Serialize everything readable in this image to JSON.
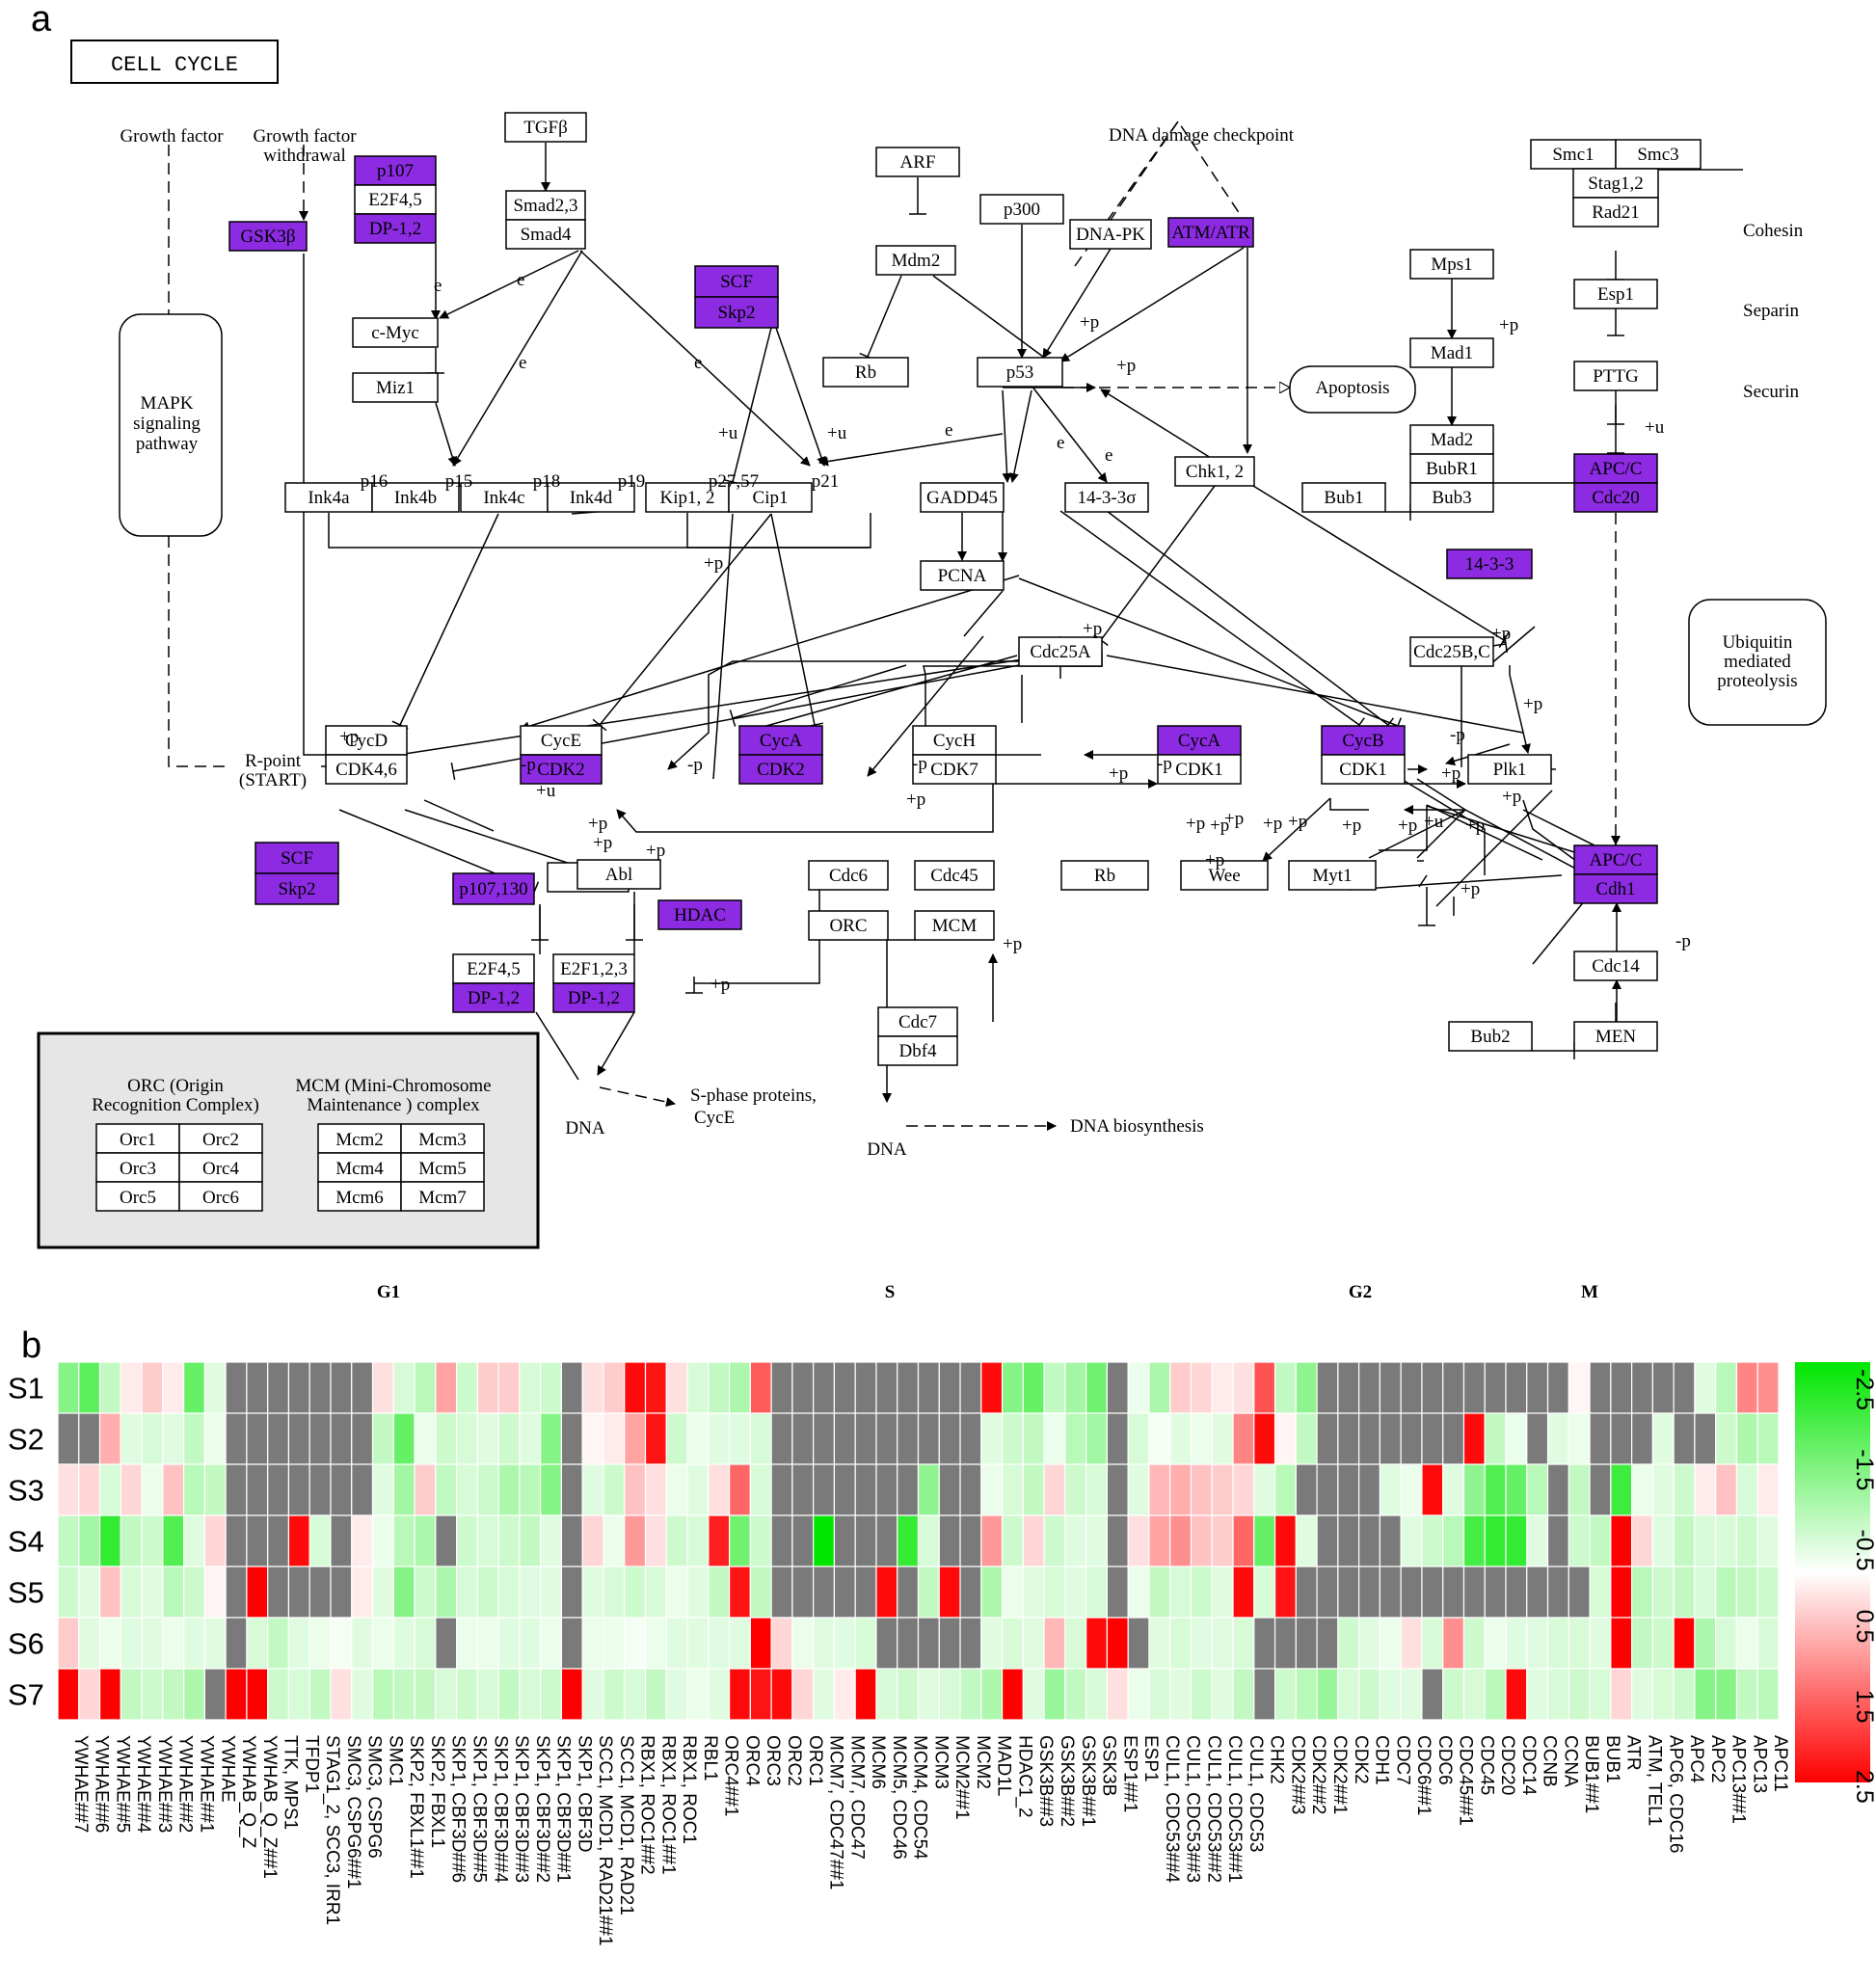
{
  "panel_a": {
    "label": "a",
    "title": "CELL CYCLE",
    "nodes": [
      {
        "text": "GSK3β",
        "hl": true
      },
      {
        "text": "p107",
        "hl": true
      },
      {
        "text": "E2F4,5",
        "hl": false
      },
      {
        "text": "DP-1,2",
        "hl": true
      },
      {
        "text": "TGFβ",
        "hl": false
      },
      {
        "text": "Smad2,3",
        "hl": false
      },
      {
        "text": "Smad4",
        "hl": false
      },
      {
        "text": "c-Myc",
        "hl": false
      },
      {
        "text": "Miz1",
        "hl": false
      },
      {
        "text": "SCF",
        "hl": true
      },
      {
        "text": "Skp2",
        "hl": true
      },
      {
        "text": "ARF",
        "hl": false
      },
      {
        "text": "Mdm2",
        "hl": false
      },
      {
        "text": "Rb",
        "hl": false
      },
      {
        "text": "p300",
        "hl": false
      },
      {
        "text": "DNA-PK",
        "hl": false
      },
      {
        "text": "ATM/ATR",
        "hl": true
      },
      {
        "text": "p53",
        "hl": false
      },
      {
        "text": "Smc1",
        "hl": false
      },
      {
        "text": "Smc3",
        "hl": false
      },
      {
        "text": "Stag1,2",
        "hl": false
      },
      {
        "text": "Rad21",
        "hl": false
      },
      {
        "text": "Esp1",
        "hl": false
      },
      {
        "text": "PTTG",
        "hl": false
      },
      {
        "text": "Mps1",
        "hl": false
      },
      {
        "text": "Mad1",
        "hl": false
      },
      {
        "text": "Mad2",
        "hl": false
      },
      {
        "text": "BubR1",
        "hl": false
      },
      {
        "text": "Bub3",
        "hl": false
      },
      {
        "text": "Bub1",
        "hl": false
      },
      {
        "text": "APC/C",
        "hl": true
      },
      {
        "text": "Cdc20",
        "hl": true
      },
      {
        "text": "Ink4a",
        "hl": false
      },
      {
        "text": "Ink4b",
        "hl": false
      },
      {
        "text": "Ink4c",
        "hl": false
      },
      {
        "text": "Ink4d",
        "hl": false
      },
      {
        "text": "Kip1, 2",
        "hl": false
      },
      {
        "text": "Cip1",
        "hl": false
      },
      {
        "text": "GADD45",
        "hl": false
      },
      {
        "text": "14-3-3σ",
        "hl": false
      },
      {
        "text": "Chk1, 2",
        "hl": false
      },
      {
        "text": "PCNA",
        "hl": false
      },
      {
        "text": "14-3-3",
        "hl": true
      },
      {
        "text": "Cdc25A",
        "hl": false
      },
      {
        "text": "Cdc25B,C",
        "hl": false
      },
      {
        "text": "CycD",
        "hl": false
      },
      {
        "text": "CDK4,6",
        "hl": false
      },
      {
        "text": "CycE",
        "hl": false
      },
      {
        "text": "CDK2",
        "hl": true
      },
      {
        "text": "CycA",
        "hl": true
      },
      {
        "text": "CDK2",
        "hl": true
      },
      {
        "text": "CycH",
        "hl": false
      },
      {
        "text": "CDK7",
        "hl": false
      },
      {
        "text": "CycA",
        "hl": true
      },
      {
        "text": "CDK1",
        "hl": false
      },
      {
        "text": "CycB",
        "hl": true
      },
      {
        "text": "CDK1",
        "hl": false
      },
      {
        "text": "Plk1",
        "hl": false
      },
      {
        "text": "SCF",
        "hl": true
      },
      {
        "text": "Skp2",
        "hl": true
      },
      {
        "text": "p107,130",
        "hl": true
      },
      {
        "text": "Rb",
        "hl": false
      },
      {
        "text": "Abl",
        "hl": false
      },
      {
        "text": "HDAC",
        "hl": true
      },
      {
        "text": "E2F4,5",
        "hl": false
      },
      {
        "text": "DP-1,2",
        "hl": true
      },
      {
        "text": "E2F1,2,3",
        "hl": false
      },
      {
        "text": "DP-1,2",
        "hl": true
      },
      {
        "text": "Cdc6",
        "hl": false
      },
      {
        "text": "Cdc45",
        "hl": false
      },
      {
        "text": "ORC",
        "hl": false
      },
      {
        "text": "MCM",
        "hl": false
      },
      {
        "text": "Cdc7",
        "hl": false
      },
      {
        "text": "Dbf4",
        "hl": false
      },
      {
        "text": "Rb",
        "hl": false
      },
      {
        "text": "Wee",
        "hl": false
      },
      {
        "text": "Myt1",
        "hl": false
      },
      {
        "text": "APC/C",
        "hl": true
      },
      {
        "text": "Cdh1",
        "hl": true
      },
      {
        "text": "Cdc14",
        "hl": false
      },
      {
        "text": "Bub2",
        "hl": false
      },
      {
        "text": "MEN",
        "hl": false
      }
    ],
    "labels": [
      {
        "text": "Growth factor"
      },
      {
        "text": "Growth factor"
      },
      {
        "text": "withdrawal"
      },
      {
        "text": "DNA damage checkpoint"
      },
      {
        "text": "Cohesin"
      },
      {
        "text": "Separin"
      },
      {
        "text": "Securin"
      },
      {
        "text": "Apoptosis"
      },
      {
        "text": "MAPK"
      },
      {
        "text": "signaling"
      },
      {
        "text": "pathway"
      },
      {
        "text": "Ubiquitin"
      },
      {
        "text": "mediated"
      },
      {
        "text": "proteolysis"
      },
      {
        "text": "p16"
      },
      {
        "text": "p15"
      },
      {
        "text": "p18"
      },
      {
        "text": "p19"
      },
      {
        "text": "p27,57"
      },
      {
        "text": "p21"
      },
      {
        "text": "R-point"
      },
      {
        "text": "(START)"
      },
      {
        "text": "S-phase proteins,"
      },
      {
        "text": "CycE"
      },
      {
        "text": "DNA"
      },
      {
        "text": "DNA"
      },
      {
        "text": "DNA biosynthesis"
      },
      {
        "text": "G1"
      },
      {
        "text": "S"
      },
      {
        "text": "G2"
      },
      {
        "text": "M"
      }
    ],
    "marks": [
      {
        "text": "+p"
      },
      {
        "text": "+p"
      },
      {
        "text": "+u"
      },
      {
        "text": "+u"
      },
      {
        "text": "+p"
      },
      {
        "text": "+p"
      },
      {
        "text": "+p"
      },
      {
        "text": "+p"
      },
      {
        "text": "+p"
      },
      {
        "text": "+p"
      },
      {
        "text": "+p"
      },
      {
        "text": "+p"
      },
      {
        "text": "+p"
      },
      {
        "text": "+p"
      },
      {
        "text": "+p"
      },
      {
        "text": "+p"
      },
      {
        "text": "+p"
      },
      {
        "text": "+p"
      },
      {
        "text": "+u"
      },
      {
        "text": "+p"
      },
      {
        "text": "+p"
      },
      {
        "text": "+p"
      },
      {
        "text": "+p"
      },
      {
        "text": "+u"
      },
      {
        "text": "+p"
      },
      {
        "text": "+p"
      },
      {
        "text": "+p"
      },
      {
        "text": "+p"
      },
      {
        "text": "+p"
      },
      {
        "text": "+p"
      },
      {
        "text": "-p"
      },
      {
        "text": "-p"
      },
      {
        "text": "-p"
      },
      {
        "text": "-p"
      },
      {
        "text": "-p"
      },
      {
        "text": "-p"
      },
      {
        "text": "e"
      },
      {
        "text": "e"
      },
      {
        "text": "e"
      },
      {
        "text": "e"
      },
      {
        "text": "e"
      },
      {
        "text": "e"
      },
      {
        "text": "e"
      },
      {
        "text": "+u"
      },
      {
        "text": "+p"
      }
    ],
    "legend_box": {
      "orc_title_1": "ORC (Origin",
      "orc_title_2": "Recognition Complex)",
      "mcm_title_1": "MCM (Mini-Chromosome",
      "mcm_title_2": "Maintenance ) complex",
      "orc": [
        "Orc1",
        "Orc2",
        "Orc3",
        "Orc4",
        "Orc5",
        "Orc6"
      ],
      "mcm": [
        "Mcm2",
        "Mcm3",
        "Mcm4",
        "Mcm5",
        "Mcm6",
        "Mcm7"
      ]
    },
    "colors": {
      "highlight": "#8c2be2",
      "box": "#ffffff",
      "legend_bg": "#e6e6e6"
    }
  },
  "panel_b": {
    "label": "b",
    "rows": [
      "S1",
      "S2",
      "S3",
      "S4",
      "S5",
      "S6",
      "S7"
    ],
    "columns": [
      "YWHAE##7",
      "YWHAE##6",
      "YWHAE##5",
      "YWHAE##4",
      "YWHAE##3",
      "YWHAE##2",
      "YWHAE##1",
      "YWHAE",
      "YWHAB_Q_Z",
      "YWHAB_Q_Z##1",
      "TTK, MPS1",
      "TFDP1",
      "STAG1_2, SCC3, IRR1",
      "SMC3, CSPG6##1",
      "SMC3, CSPG6",
      "SMC1",
      "SKP2, FBXL1##1",
      "SKP2, FBXL1",
      "SKP1, CBF3D##6",
      "SKP1, CBF3D##5",
      "SKP1, CBF3D##4",
      "SKP1, CBF3D##3",
      "SKP1, CBF3D##2",
      "SKP1, CBF3D##1",
      "SKP1, CBF3D",
      "SCC1, MCD1, RAD21##1",
      "SCC1, MCD1, RAD21",
      "RBX1, ROC1##2",
      "RBX1, ROC1##1",
      "RBX1, ROC1",
      "RBL1",
      "ORC4##1",
      "ORC4",
      "ORC3",
      "ORC2",
      "ORC1",
      "MCM7, CDC47##1",
      "MCM7, CDC47",
      "MCM6",
      "MCM5, CDC46",
      "MCM4, CDC54",
      "MCM3",
      "MCM2##1",
      "MCM2",
      "MAD1L",
      "HDAC1_2",
      "GSK3B##3",
      "GSK3B##2",
      "GSK3B##1",
      "GSK3B",
      "ESP1##1",
      "ESP1",
      "CUL1, CDC53##4",
      "CUL1, CDC53##3",
      "CUL1, CDC53##2",
      "CUL1, CDC53##1",
      "CUL1, CDC53",
      "CHK2",
      "CDK2##3",
      "CDK2##2",
      "CDK2##1",
      "CDK2",
      "CDH1",
      "CDC7",
      "CDC6##1",
      "CDC6",
      "CDC45##1",
      "CDC45",
      "CDC20",
      "CDC14",
      "CCNB",
      "CCNA",
      "BUB1##1",
      "BUB1",
      "ATR",
      "ATM, TEL1",
      "APC6, CDC16",
      "APC4",
      "APC2",
      "APC13##1",
      "APC13",
      "APC11"
    ],
    "colorbar": {
      "ticks": [
        "-2.5",
        "-1.5",
        "-0.5",
        "0.5",
        "1.5",
        "2.5"
      ],
      "min": -2.5,
      "max": 2.5
    },
    "missing_color": "#7a7a7a",
    "grid": [
      [
        -1.2,
        -1.6,
        -0.6,
        0.2,
        0.5,
        0.2,
        -1.5,
        -0.3,
        "X",
        "X",
        "X",
        "X",
        "X",
        "X",
        "X",
        0.3,
        -0.4,
        -0.7,
        0.9,
        -0.5,
        0.5,
        0.5,
        -0.4,
        -0.5,
        "X",
        0.3,
        0.5,
        2.4,
        2.3,
        0.3,
        -0.4,
        -0.6,
        -0.8,
        1.6,
        "X",
        "X",
        "X",
        "X",
        "X",
        "X",
        "X",
        "X",
        "X",
        "X",
        2.4,
        -1.2,
        -1.5,
        -0.6,
        -0.9,
        -1.4,
        "X",
        -0.2,
        -0.8,
        0.5,
        0.4,
        0.2,
        0.3,
        1.7,
        -0.6,
        -1.1,
        "X",
        "X",
        "X",
        "X",
        "X",
        "X",
        "X",
        "X",
        "X",
        "X",
        "X",
        "X",
        0.1,
        "X",
        "X",
        "X",
        "X",
        "X",
        -0.3,
        -0.7,
        1.2,
        1.1
      ],
      [
        "X",
        "X",
        0.8,
        -0.3,
        -0.4,
        -0.3,
        -0.6,
        -0.2,
        "X",
        "X",
        "X",
        "X",
        "X",
        "X",
        "X",
        -0.6,
        -1.5,
        -0.2,
        -0.5,
        -0.4,
        -0.3,
        -0.5,
        -0.3,
        -1.2,
        "X",
        0.1,
        0.2,
        0.9,
        2.3,
        -0.5,
        -0.2,
        -0.3,
        -0.3,
        -0.4,
        "X",
        "X",
        "X",
        "X",
        "X",
        "X",
        "X",
        "X",
        "X",
        "X",
        -0.3,
        -0.5,
        -0.6,
        -0.2,
        -0.7,
        -0.9,
        "X",
        -0.4,
        -0.1,
        -0.3,
        -0.2,
        -0.3,
        1.2,
        2.4,
        0.1,
        -0.6,
        "X",
        "X",
        "X",
        "X",
        "X",
        "X",
        "X",
        2.4,
        -0.6,
        -0.2,
        "X",
        -0.3,
        -0.2,
        "X",
        "X",
        "X",
        -0.3,
        "X",
        "X",
        -0.5,
        -0.8,
        -0.7
      ],
      [
        0.3,
        0.4,
        -0.4,
        0.4,
        -0.2,
        0.6,
        -0.7,
        -0.6,
        "X",
        "X",
        "X",
        "X",
        "X",
        "X",
        "X",
        -0.3,
        -0.9,
        0.5,
        -0.6,
        -0.4,
        -0.5,
        -0.8,
        -0.7,
        -1.2,
        "X",
        -0.3,
        -0.5,
        0.6,
        0.3,
        -0.2,
        -0.3,
        0.3,
        1.5,
        -0.4,
        "X",
        "X",
        "X",
        "X",
        "X",
        "X",
        "X",
        -1.1,
        "X",
        "X",
        -0.2,
        -0.4,
        -0.6,
        0.4,
        -0.5,
        -0.4,
        "X",
        -0.3,
        0.7,
        0.8,
        0.6,
        0.5,
        0.4,
        -0.3,
        -0.7,
        "X",
        "X",
        "X",
        "X",
        -0.3,
        -0.2,
        2.4,
        -0.3,
        -1.1,
        -1.7,
        -1.5,
        -0.7,
        "X",
        -0.6,
        "X",
        -1.9,
        -0.2,
        -0.3,
        -0.5,
        0.2,
        0.6,
        -0.4,
        0.2
      ],
      [
        -0.6,
        -0.9,
        -2.0,
        -0.6,
        -0.5,
        -1.7,
        -0.3,
        0.4,
        "X",
        "X",
        "X",
        2.4,
        -0.4,
        "X",
        0.2,
        -0.2,
        -0.7,
        -0.8,
        "X",
        -0.5,
        -0.4,
        -0.5,
        -0.6,
        -0.3,
        "X",
        0.4,
        -0.2,
        1.0,
        0.3,
        -0.5,
        -0.4,
        2.2,
        -1.4,
        -0.5,
        "X",
        "X",
        -2.5,
        "X",
        "X",
        "X",
        -2.0,
        -0.4,
        "X",
        "X",
        1.0,
        -0.5,
        0.4,
        -0.5,
        -0.3,
        -0.3,
        "X",
        0.3,
        0.9,
        1.1,
        0.6,
        0.5,
        1.5,
        -1.5,
        2.4,
        -0.3,
        "X",
        "X",
        "X",
        "X",
        -0.3,
        -0.5,
        -0.7,
        -1.8,
        -2.0,
        -2.0,
        -0.3,
        "X",
        -0.5,
        -0.6,
        2.5,
        0.4,
        -0.3,
        -0.6,
        -0.4,
        -0.4,
        -0.5,
        -0.3
      ],
      [
        -0.5,
        -0.3,
        0.6,
        -0.4,
        -0.3,
        -0.7,
        -0.5,
        0.1,
        "X",
        2.5,
        "X",
        "X",
        "X",
        "X",
        0.2,
        -0.3,
        -1.2,
        -0.5,
        -0.8,
        -0.4,
        -0.5,
        -0.4,
        -0.3,
        -0.3,
        "X",
        -0.3,
        -0.4,
        -0.5,
        -0.4,
        -0.2,
        -0.3,
        -0.6,
        2.3,
        -0.6,
        "X",
        "X",
        "X",
        "X",
        "X",
        2.4,
        "X",
        -0.6,
        2.4,
        "X",
        -0.8,
        -0.2,
        -0.3,
        -0.4,
        -0.3,
        -0.4,
        "X",
        -0.2,
        -0.6,
        -0.4,
        -0.5,
        -0.3,
        2.4,
        -0.4,
        2.3,
        "X",
        "X",
        "X",
        "X",
        "X",
        "X",
        "X",
        "X",
        "X",
        "X",
        "X",
        "X",
        "X",
        "X",
        -0.4,
        2.5,
        -0.7,
        -0.5,
        -0.6,
        -0.4,
        -0.7,
        -0.6,
        -0.5
      ],
      [
        0.5,
        -0.3,
        -0.2,
        -0.3,
        -0.3,
        -0.2,
        -0.3,
        -0.3,
        "X",
        -0.4,
        -0.6,
        -0.3,
        -0.2,
        -0.1,
        -0.3,
        -0.2,
        -0.3,
        -0.4,
        "X",
        -0.2,
        -0.2,
        -0.3,
        -0.3,
        -0.2,
        "X",
        -0.2,
        -0.2,
        -0.1,
        -0.2,
        -0.3,
        -0.3,
        -0.3,
        -0.3,
        2.5,
        0.4,
        -0.2,
        -0.3,
        -0.3,
        -0.4,
        "X",
        "X",
        "X",
        "X",
        "X",
        -0.3,
        -0.4,
        -0.3,
        0.7,
        -0.4,
        2.4,
        2.5,
        "X",
        -0.3,
        -0.4,
        -0.3,
        -0.3,
        -0.4,
        "X",
        "X",
        "X",
        "X",
        -0.5,
        -0.3,
        -0.2,
        0.3,
        -0.4,
        1.1,
        -0.5,
        -0.2,
        -0.3,
        -0.3,
        -0.4,
        -0.4,
        -0.3,
        2.5,
        -0.6,
        -0.5,
        2.5,
        -0.8,
        -0.4,
        -0.2,
        -0.4
      ],
      [
        2.5,
        0.4,
        2.5,
        -0.6,
        -0.5,
        -0.6,
        -0.8,
        "X",
        2.5,
        2.5,
        -0.5,
        -0.4,
        -0.6,
        0.3,
        -0.3,
        -0.7,
        -0.6,
        -0.6,
        -0.4,
        -0.5,
        -0.4,
        -0.6,
        -0.4,
        -0.5,
        2.5,
        -0.3,
        -0.5,
        -0.4,
        -0.6,
        -0.3,
        -0.2,
        -0.3,
        2.4,
        2.3,
        2.4,
        0.4,
        -0.3,
        0.2,
        2.5,
        -0.4,
        -0.5,
        -0.3,
        -0.4,
        -0.6,
        -0.8,
        2.5,
        -0.3,
        -1.0,
        -0.6,
        -0.4,
        0.3,
        -0.2,
        -0.4,
        -0.3,
        -0.5,
        -0.3,
        -0.6,
        "X",
        -0.5,
        -0.7,
        -1.0,
        -0.4,
        -0.5,
        -0.3,
        -0.3,
        "X",
        -0.5,
        -0.4,
        -0.7,
        2.4,
        -0.3,
        -0.4,
        -0.5,
        -0.4,
        0.4,
        -0.3,
        -0.4,
        -0.5,
        -1.2,
        -1.2,
        -0.6,
        -0.7
      ]
    ]
  }
}
